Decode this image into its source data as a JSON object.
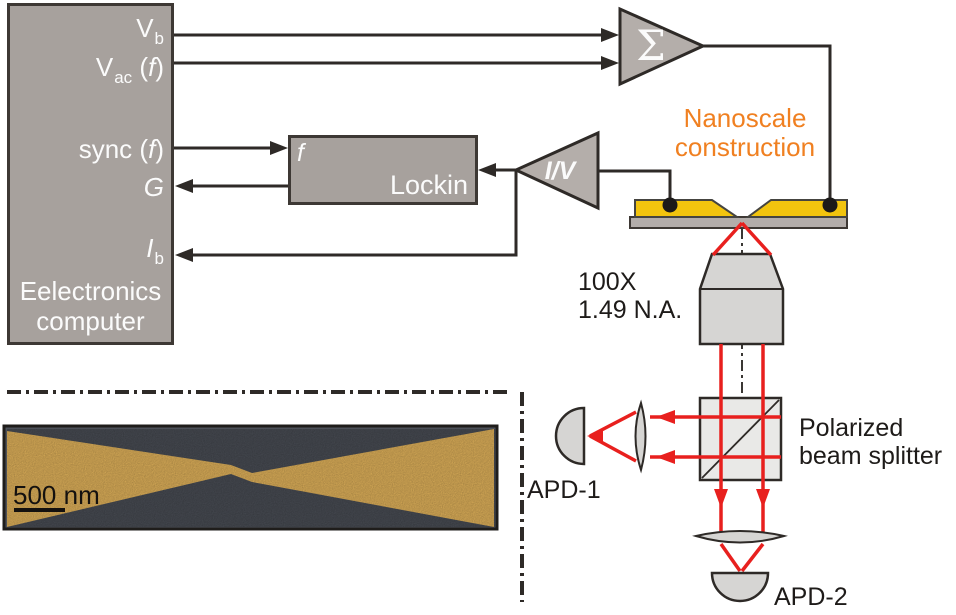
{
  "computer": {
    "name_line1": "Eelectronics",
    "name_line2": "computer",
    "ports": {
      "vb": {
        "main": "V",
        "sub": "b"
      },
      "vac": {
        "main": "V",
        "sub": "ac",
        "paren_open": "(",
        "f": "f",
        "paren_close": ")"
      },
      "sync": {
        "main": "sync",
        "paren_open": "(",
        "f": "f",
        "paren_close": ")"
      },
      "g": {
        "label": "G"
      },
      "ib": {
        "main": "I",
        "sub": "b"
      }
    }
  },
  "sum_amp": {
    "symbol": "Σ"
  },
  "iv_amp": {
    "label": "I/V"
  },
  "lockin": {
    "corner": "f",
    "label": "Lockin"
  },
  "nanoscale": {
    "line1": "Nanoscale",
    "line2": "construction"
  },
  "objective": {
    "line1": "100X",
    "line2": "1.49 N.A."
  },
  "beam_splitter": {
    "line1": "Polarized",
    "line2": "beam splitter"
  },
  "detectors": {
    "apd1": "APD-1",
    "apd2": "APD-2"
  },
  "sem_inset": {
    "scale_label": "500 nm"
  },
  "colors": {
    "box_gray": "#a7a19d",
    "light_gray": "#d6d5d3",
    "cube_gray": "#e9e9e7",
    "wire_black": "#2e2a27",
    "laser_red": "#e8201e",
    "accent_orange": "#f08021",
    "electrode_gold": "#f2c40e",
    "sem_gold": "#edbc60",
    "sem_background": "#4d5159"
  }
}
